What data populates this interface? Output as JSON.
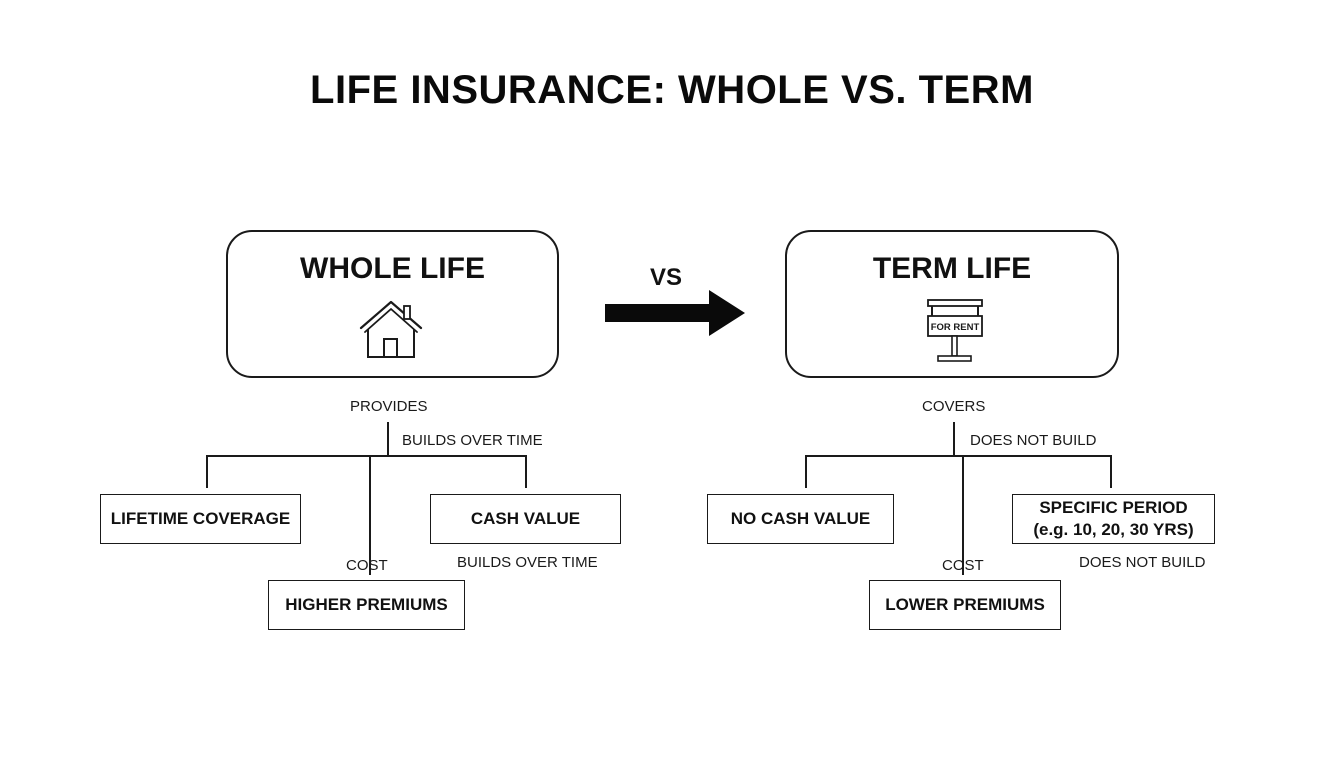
{
  "title": "LIFE INSURANCE: WHOLE VS. TERM",
  "vs_label": "VS",
  "whole": {
    "heading": "WHOLE LIFE",
    "icon": "house-icon",
    "provides_label": "PROVIDES",
    "builds_label_top": "BUILDS OVER TIME",
    "coverage": "LIFETIME COVERAGE",
    "cash_value": "CASH VALUE",
    "builds_label_bottom": "BUILDS OVER TIME",
    "cost_label": "COST",
    "premiums": "HIGHER PREMIUMS"
  },
  "term": {
    "heading": "TERM LIFE",
    "icon": "for-rent-sign-icon",
    "sign_text": "FOR RENT",
    "covers_label": "COVERS",
    "does_not_build_top": "DOES NOT BUILD",
    "no_cash_value": "NO CASH VALUE",
    "period_line1": "SPECIFIC PERIOD",
    "period_line2": "(e.g. 10, 20, 30 YRS)",
    "does_not_build_bottom": "DOES NOT BUILD",
    "cost_label": "COST",
    "premiums": "LOWER PREMIUMS"
  },
  "colors": {
    "ink": "#1a1a1a",
    "background": "#ffffff"
  }
}
